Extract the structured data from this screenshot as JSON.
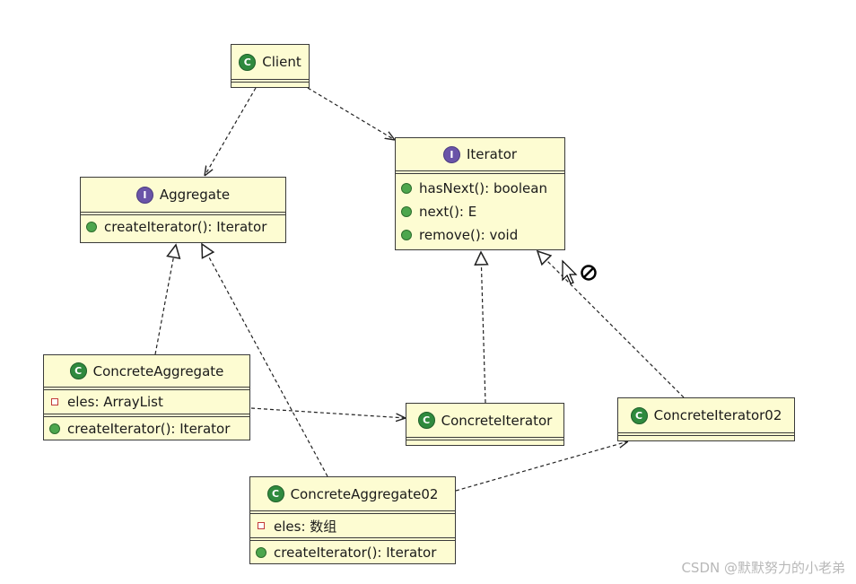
{
  "classes": {
    "client": {
      "name": "Client",
      "badge": "C"
    },
    "iterator": {
      "name": "Iterator",
      "badge": "I",
      "methods": [
        "hasNext(): boolean",
        "next(): E",
        "remove(): void"
      ]
    },
    "aggregate": {
      "name": "Aggregate",
      "badge": "I",
      "methods": [
        "createIterator(): Iterator"
      ]
    },
    "concrete_aggregate": {
      "name": "ConcreteAggregate",
      "badge": "C",
      "fields": [
        "eles: ArrayList"
      ],
      "methods": [
        "createIterator(): Iterator"
      ]
    },
    "concrete_iterator": {
      "name": "ConcreteIterator",
      "badge": "C"
    },
    "concrete_iterator02": {
      "name": "ConcreteIterator02",
      "badge": "C"
    },
    "concrete_aggregate02": {
      "name": "ConcreteAggregate02",
      "badge": "C",
      "fields": [
        "eles: 数组"
      ],
      "methods": [
        "createIterator(): Iterator"
      ]
    }
  },
  "relations": [
    {
      "from": "Client",
      "to": "Aggregate",
      "kind": "dependency"
    },
    {
      "from": "Client",
      "to": "Iterator",
      "kind": "dependency"
    },
    {
      "from": "ConcreteAggregate",
      "to": "Aggregate",
      "kind": "realization"
    },
    {
      "from": "ConcreteAggregate02",
      "to": "Aggregate",
      "kind": "realization"
    },
    {
      "from": "ConcreteIterator",
      "to": "Iterator",
      "kind": "realization"
    },
    {
      "from": "ConcreteIterator02",
      "to": "Iterator",
      "kind": "realization"
    },
    {
      "from": "ConcreteAggregate",
      "to": "ConcreteIterator",
      "kind": "dependency"
    },
    {
      "from": "ConcreteAggregate02",
      "to": "ConcreteIterator02",
      "kind": "dependency"
    }
  ],
  "colors": {
    "box_fill": "#fdfcd2",
    "class_badge": "#2f8a3e",
    "interface_badge": "#6a54a8"
  },
  "watermark": "CSDN @默默努力的小老弟"
}
